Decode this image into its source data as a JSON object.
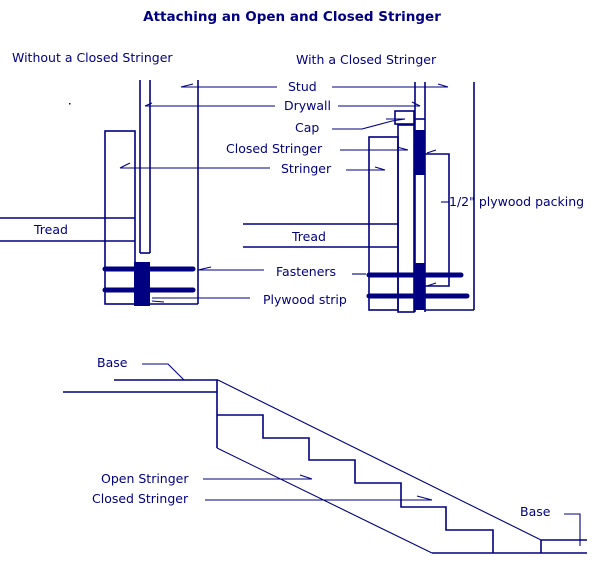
{
  "title": "Attaching an Open and Closed Stringer",
  "left_panel": {
    "heading": "Without a Closed Stringer",
    "labels": {
      "tread": "Tread"
    }
  },
  "right_panel": {
    "heading": "With a Closed Stringer",
    "labels": {
      "tread": "Tread",
      "packing": "1/2\" plywood packing"
    }
  },
  "shared_labels": {
    "stud": "Stud",
    "drywall": "Drywall",
    "cap": "Cap",
    "closed_stringer": "Closed Stringer",
    "stringer": "Stringer",
    "fasteners": "Fasteners",
    "plywood_strip": "Plywood strip"
  },
  "stair_section": {
    "base_top": "Base",
    "base_bottom": "Base",
    "open_stringer": "Open Stringer",
    "closed_stringer": "Closed Stringer"
  },
  "colors": {
    "ink": "#000080",
    "background": "#ffffff"
  }
}
